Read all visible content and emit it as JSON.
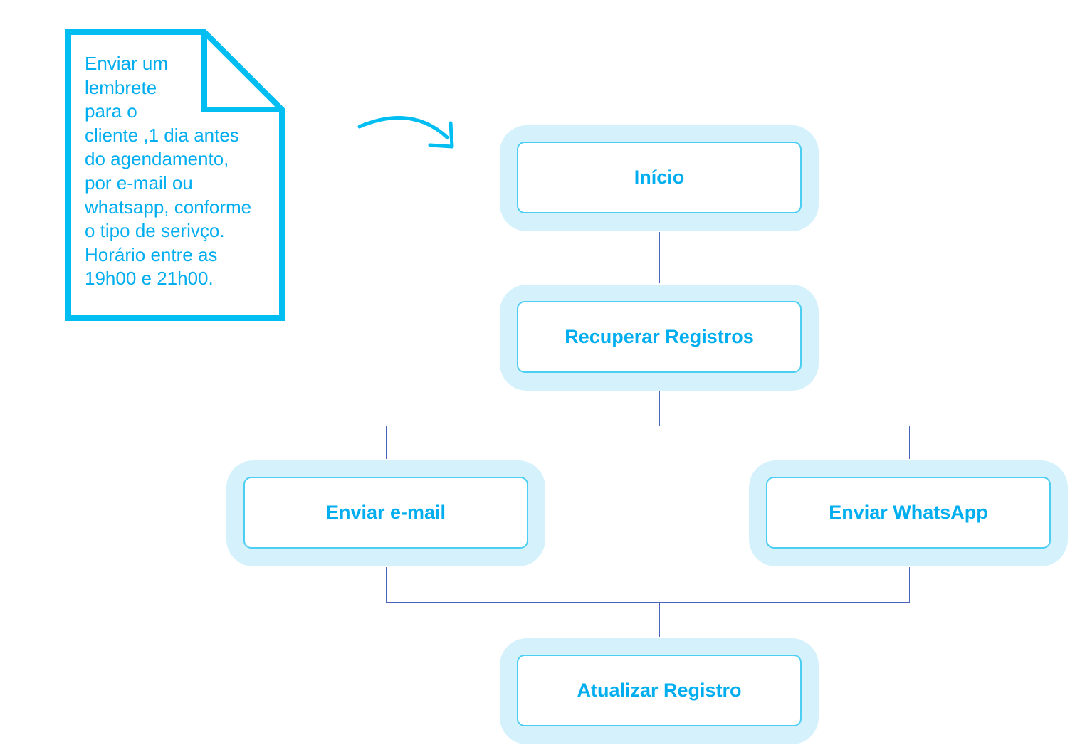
{
  "note": {
    "text": "Enviar um\nlembrete\npara o\ncliente ,1 dia antes\ndo agendamento,\npor e-mail ou\nwhatsapp, conforme\no tipo de serivço.\nHorário entre as\n19h00 e 21h00."
  },
  "nodes": {
    "start": "Início",
    "fetch": "Recuperar Registros",
    "email": "Enviar e-mail",
    "whatsapp": "Enviar WhatsApp",
    "update": "Atualizar Registro"
  },
  "colors": {
    "accent": "#00aeef",
    "node_halo": "#d5f2fc",
    "node_border": "#4ccdf2",
    "connector": "#4a64b8"
  }
}
